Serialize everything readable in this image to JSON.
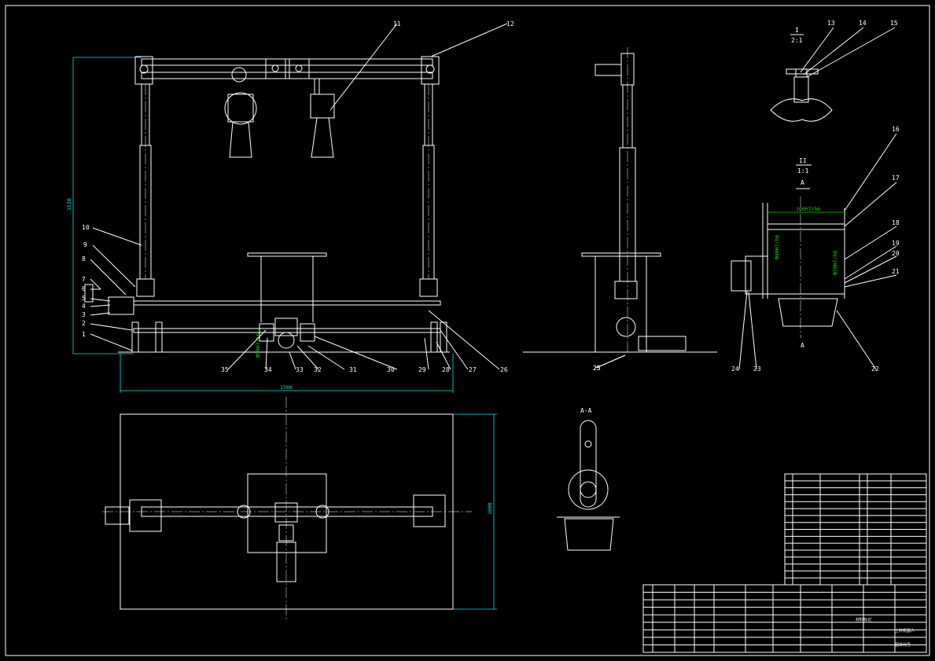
{
  "drawing": {
    "background": "#000000",
    "line_color": "#ffffff",
    "dimension_color": "#00e5e5",
    "tolerance_color": "#00d000"
  },
  "front_view": {
    "balloons": [
      "1",
      "2",
      "3",
      "4",
      "5",
      "6",
      "7",
      "8",
      "9",
      "10",
      "11",
      "12",
      "25",
      "26",
      "27",
      "28",
      "29",
      "30",
      "31",
      "32",
      "33",
      "34",
      "35"
    ],
    "dim_height": "1520",
    "dim_width": "1700",
    "fit_label": "Ф50H7/k6"
  },
  "side_view": {
    "balloons": [
      "25"
    ]
  },
  "detail_I": {
    "roman": "I",
    "scale": "2:1",
    "balloons": [
      "13",
      "14",
      "15"
    ]
  },
  "detail_II": {
    "roman": "II",
    "scale": "1:1",
    "section_mark": "A",
    "balloons": [
      "16",
      "17",
      "18",
      "19",
      "20",
      "21",
      "22",
      "23",
      "24"
    ],
    "fits": [
      "100H7/h6",
      "Ф40H7/h6",
      "Ф70H7/h6"
    ]
  },
  "plan_view": {
    "dim_height": "1000"
  },
  "section_AA": {
    "label": "A-A"
  },
  "title_block": {
    "product_name": "上料机器人",
    "drawing_code_label": "图样代号",
    "rows_label": "材料标记"
  }
}
